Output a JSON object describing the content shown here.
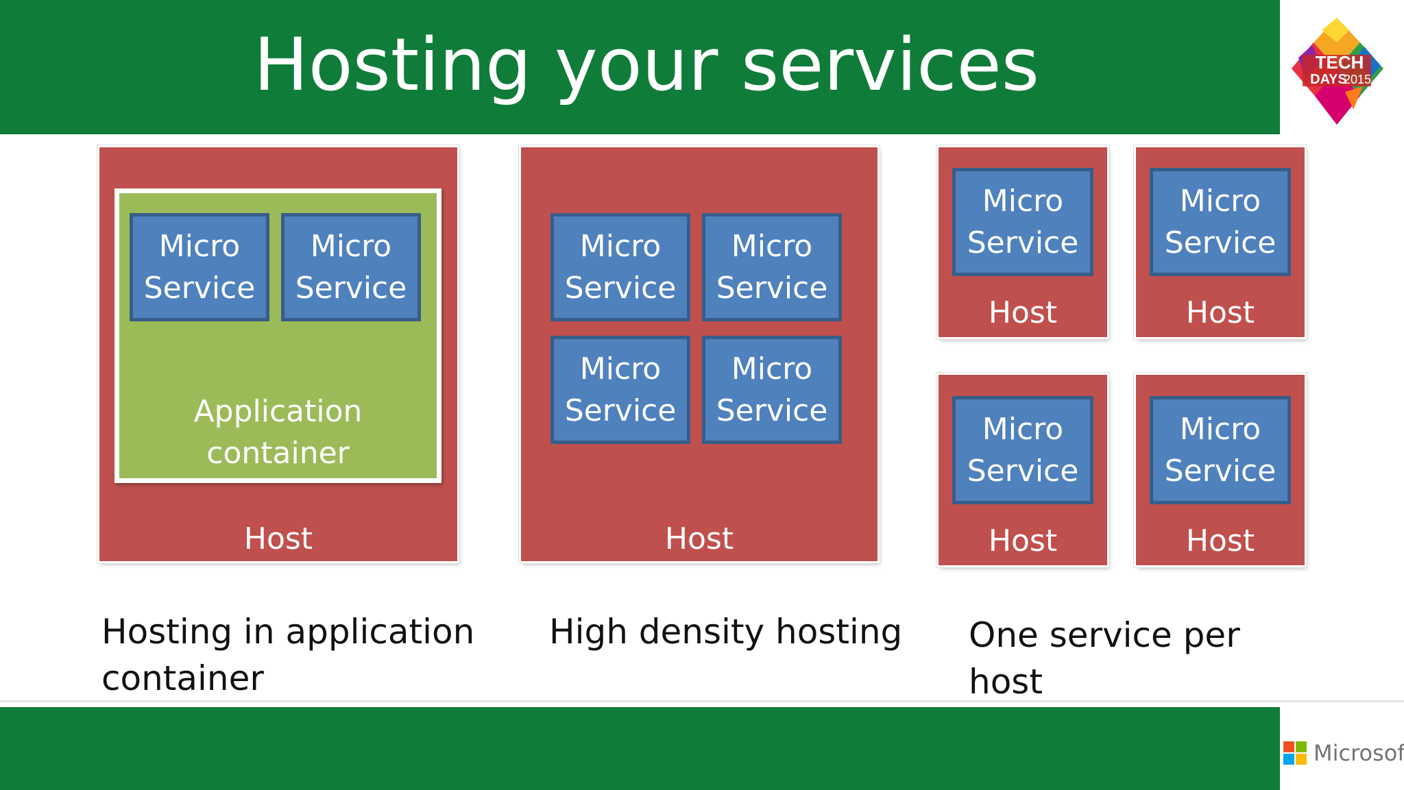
{
  "slide": {
    "title": "Hosting your services"
  },
  "micro_service": {
    "line1": "Micro",
    "line2": "Service"
  },
  "host_label": "Host",
  "container": {
    "line1": "Application",
    "line2": "container"
  },
  "captions": {
    "app_container": {
      "line1": "Hosting in application",
      "line2": "container"
    },
    "high_density": {
      "line1": "High density hosting"
    },
    "one_per_host": {
      "line1": "One service per",
      "line2": "host"
    }
  },
  "logos": {
    "event": {
      "line1": "TECH",
      "line2": "DAYS",
      "year": "2015"
    },
    "brand": {
      "name": "Microsoft"
    }
  },
  "colors": {
    "header_green": "#107c3a",
    "host_red": "#c0504d",
    "container_green": "#9bbb59",
    "service_blue": "#4f81bd",
    "service_border": "#385d8a"
  }
}
